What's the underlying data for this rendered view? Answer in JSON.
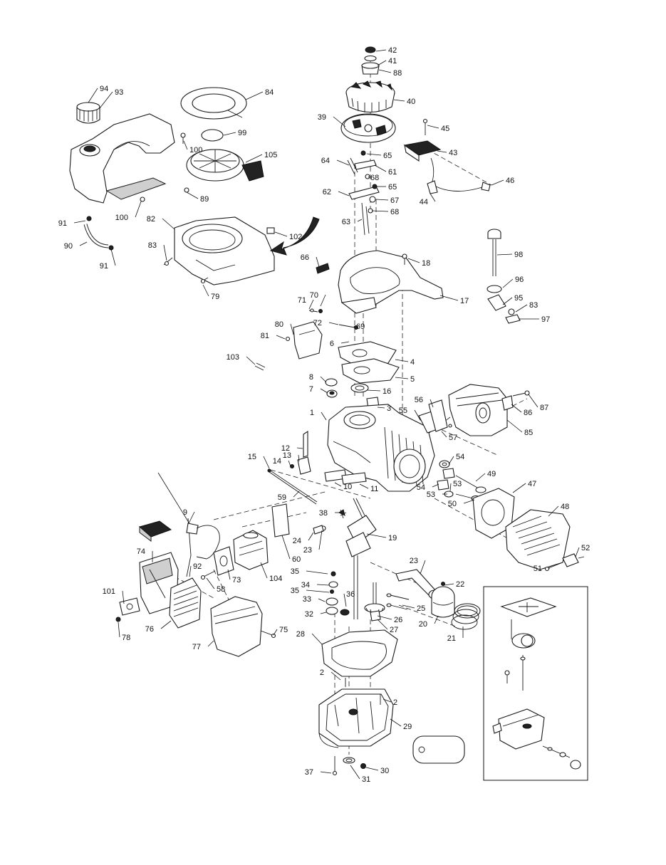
{
  "labels": [
    "1",
    "2",
    "2",
    "3",
    "4",
    "5",
    "6",
    "7",
    "8",
    "9",
    "10",
    "11",
    "12",
    "13",
    "14",
    "15",
    "16",
    "17",
    "18",
    "19",
    "20",
    "21",
    "22",
    "23",
    "23",
    "24",
    "25",
    "26",
    "27",
    "28",
    "29",
    "30",
    "31",
    "32",
    "33",
    "34",
    "35",
    "35",
    "36",
    "37",
    "38",
    "39",
    "40",
    "41",
    "42",
    "43",
    "44",
    "45",
    "46",
    "47",
    "48",
    "49",
    "50",
    "51",
    "52",
    "53",
    "53",
    "54",
    "54",
    "55",
    "56",
    "57",
    "58",
    "59",
    "60",
    "61",
    "62",
    "63",
    "64",
    "65",
    "65",
    "66",
    "67",
    "68",
    "68",
    "69",
    "70",
    "71",
    "72",
    "73",
    "74",
    "75",
    "76",
    "77",
    "78",
    "79",
    "80",
    "81",
    "82",
    "83",
    "83",
    "84",
    "85",
    "86",
    "87",
    "88",
    "89",
    "90",
    "91",
    "91",
    "92",
    "93",
    "94",
    "95",
    "96",
    "97",
    "98",
    "99",
    "100",
    "100",
    "101",
    "102",
    "103",
    "104",
    "105"
  ],
  "colors": {
    "ink": "#111111",
    "paper": "#ffffff",
    "shade": "#cfcfcf"
  }
}
